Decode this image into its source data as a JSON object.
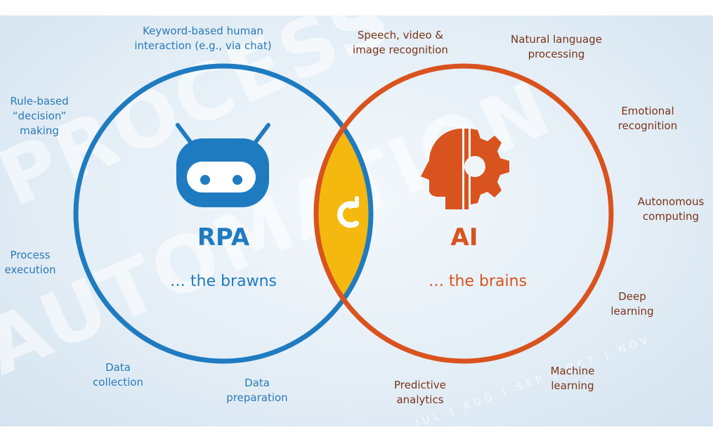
{
  "watermark": {
    "line1": "PROCESS",
    "line2": "AUTOMATION",
    "months": "JUN | JUL | AUG | SEP | OCT | NOV"
  },
  "rpa": {
    "title": "RPA",
    "subtitle": "… the brawns",
    "color": "#1f7bc0",
    "icon": "robot-icon",
    "labels": [
      {
        "lines": [
          "Keyword-based human",
          "interaction (e.g., via chat)"
        ]
      },
      {
        "lines": [
          "Rule-based",
          "“decision”",
          "making"
        ]
      },
      {
        "lines": [
          "Process",
          "execution"
        ]
      },
      {
        "lines": [
          "Data",
          "collection"
        ]
      },
      {
        "lines": [
          "Data",
          "preparation"
        ]
      }
    ]
  },
  "ai": {
    "title": "AI",
    "subtitle": "… the brains",
    "color": "#d9531e",
    "icon": "head-gear-icon",
    "labels": [
      {
        "lines": [
          "Speech, video &",
          "image recognition"
        ]
      },
      {
        "lines": [
          "Natural language",
          "processing"
        ]
      },
      {
        "lines": [
          "Emotional",
          "recognition"
        ]
      },
      {
        "lines": [
          "Autonomous",
          "computing"
        ]
      },
      {
        "lines": [
          "Deep",
          "learning"
        ]
      },
      {
        "lines": [
          "Machine",
          "learning"
        ]
      },
      {
        "lines": [
          "Predictive",
          "analytics"
        ]
      }
    ]
  },
  "overlap": {
    "color": "#f5b80f",
    "icon": "refresh-cycle-icon"
  }
}
